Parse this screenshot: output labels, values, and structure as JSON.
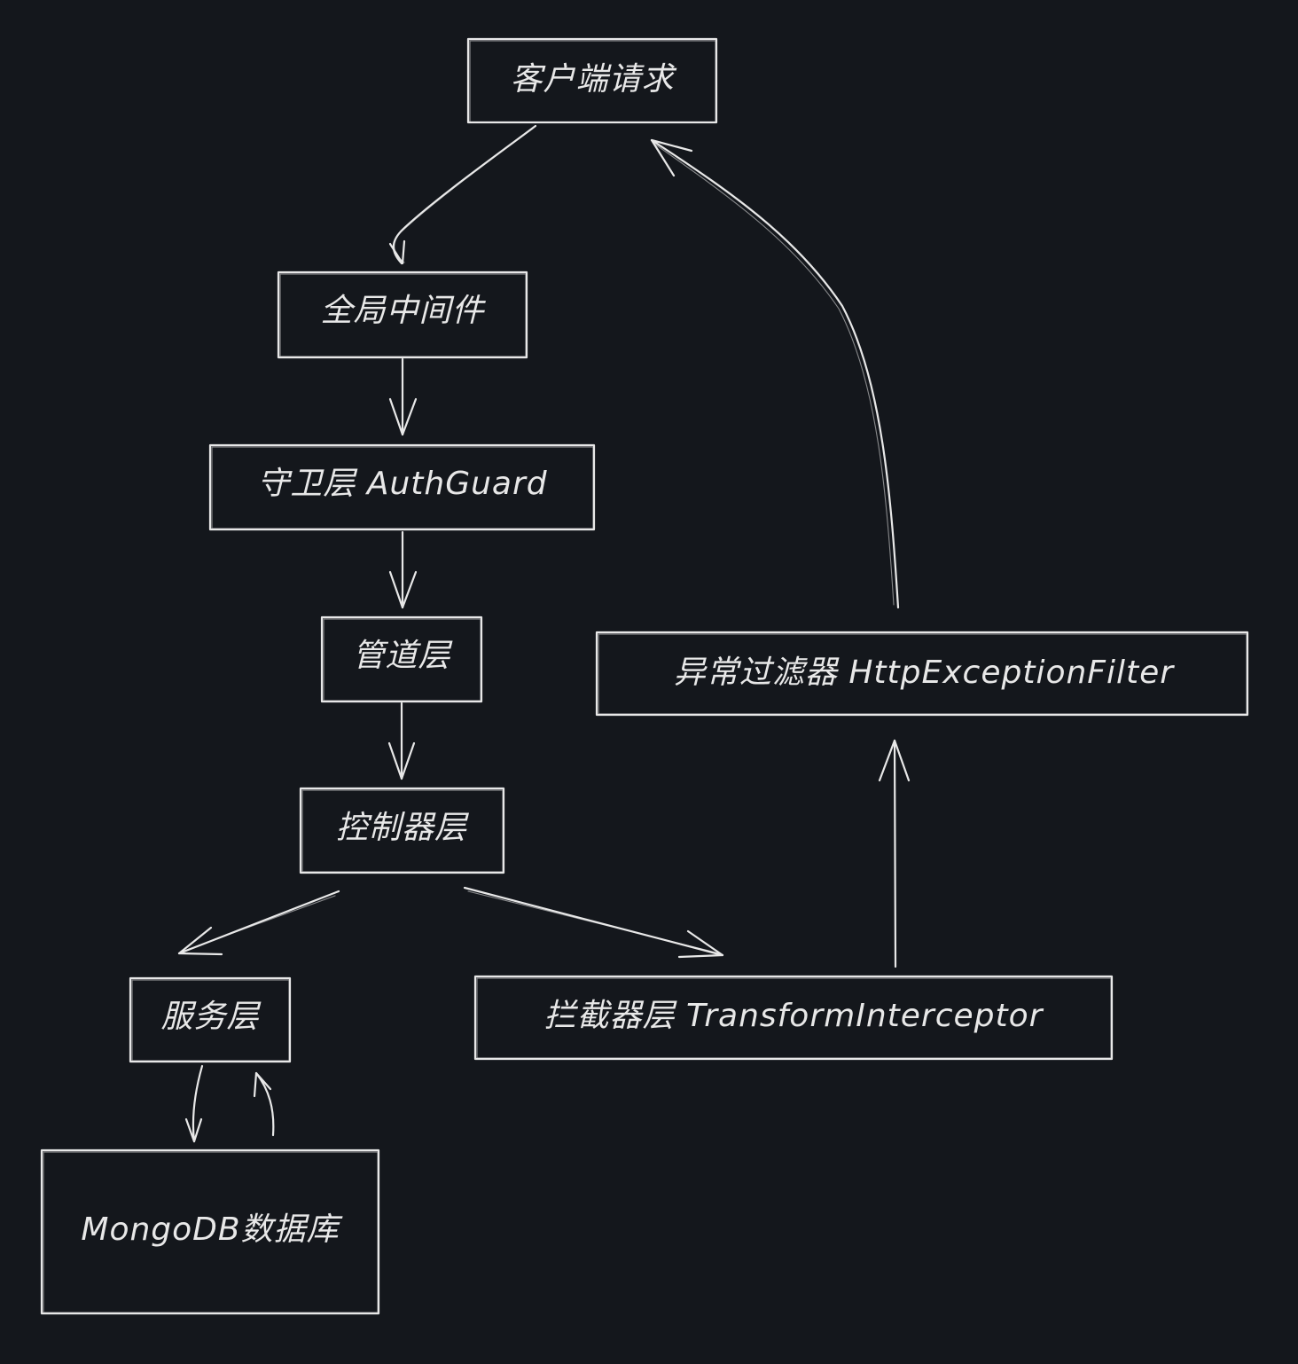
{
  "colors": {
    "background": "#14171c",
    "stroke": "#e8e8e8",
    "text": "#e8e8e8"
  },
  "nodes": {
    "client_request": "客户端请求",
    "global_middleware": "全局中间件",
    "guard_layer": "守卫层 AuthGuard",
    "pipe_layer": "管道层",
    "controller_layer": "控制器层",
    "service_layer": "服务层",
    "mongodb": "MongoDB数据库",
    "interceptor_layer": "拦截器层 TransformInterceptor",
    "exception_filter": "异常过滤器 HttpExceptionFilter"
  }
}
